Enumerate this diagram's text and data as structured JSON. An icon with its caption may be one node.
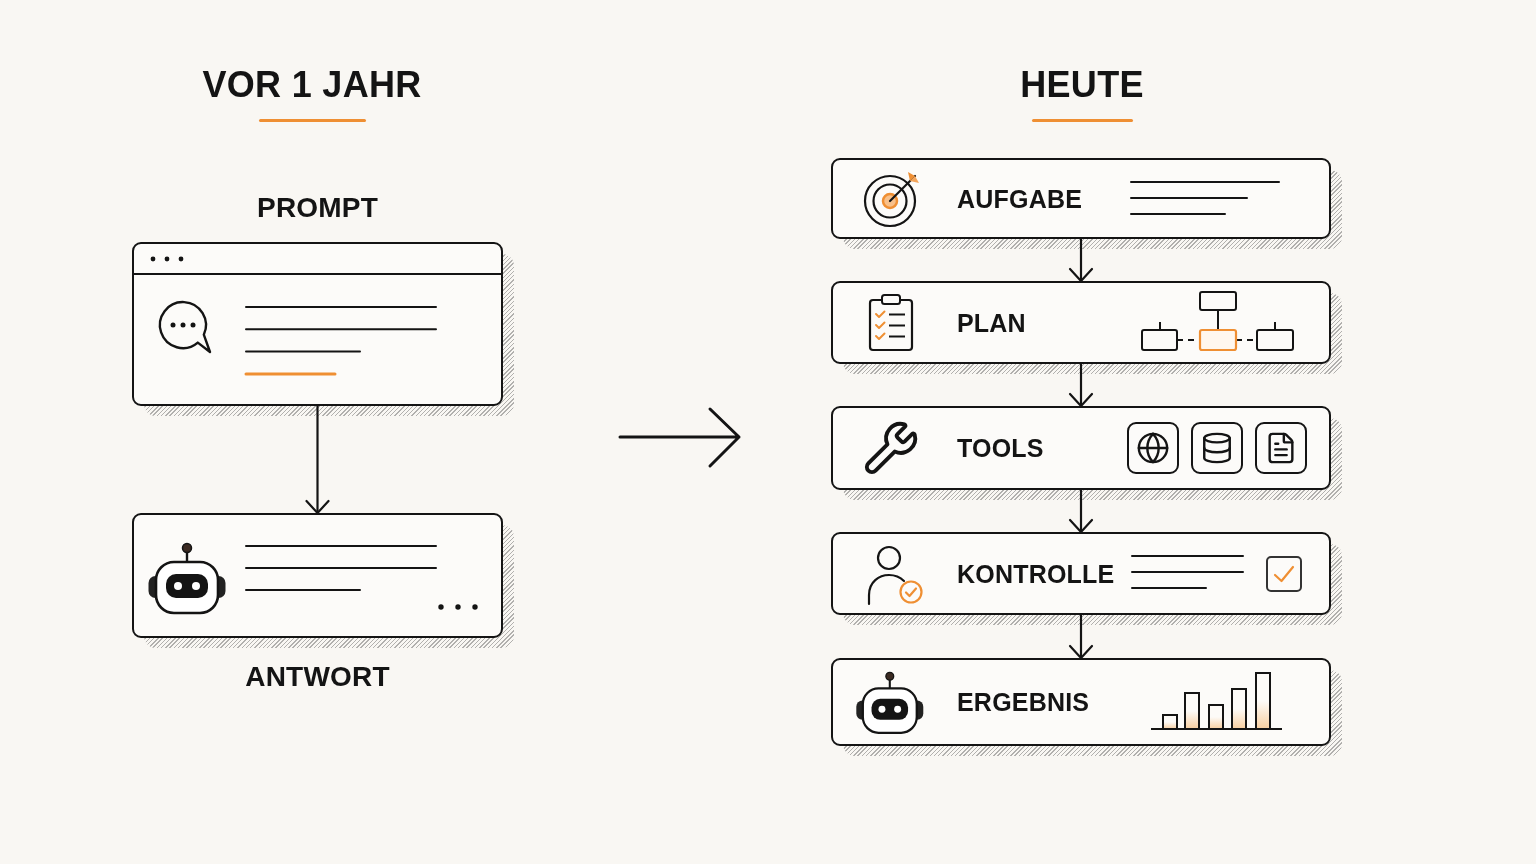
{
  "diagram": {
    "nodes": [
      {
        "text": [
          "PROMPT"
        ]
      },
      {
        "text": [
          "ANTWORT"
        ]
      },
      {
        "text": [
          "AUFGABE"
        ]
      },
      {
        "text": [
          "PLAN"
        ]
      },
      {
        "text": [
          "TOOLS"
        ]
      },
      {
        "text": [
          "KONTROLLE"
        ]
      },
      {
        "text": [
          "ERGEBNIS"
        ]
      }
    ],
    "edges": [
      {
        "from": 0,
        "to": 1,
        "arrow": "to"
      },
      {
        "from": 2,
        "to": 3,
        "arrow": "to"
      },
      {
        "from": 3,
        "to": 4,
        "arrow": "to"
      },
      {
        "from": 4,
        "to": 5,
        "arrow": "to"
      },
      {
        "from": 5,
        "to": 6,
        "arrow": "to"
      }
    ],
    "labels": [
      "VOR 1 JAHR",
      "HEUTE"
    ]
  }
}
